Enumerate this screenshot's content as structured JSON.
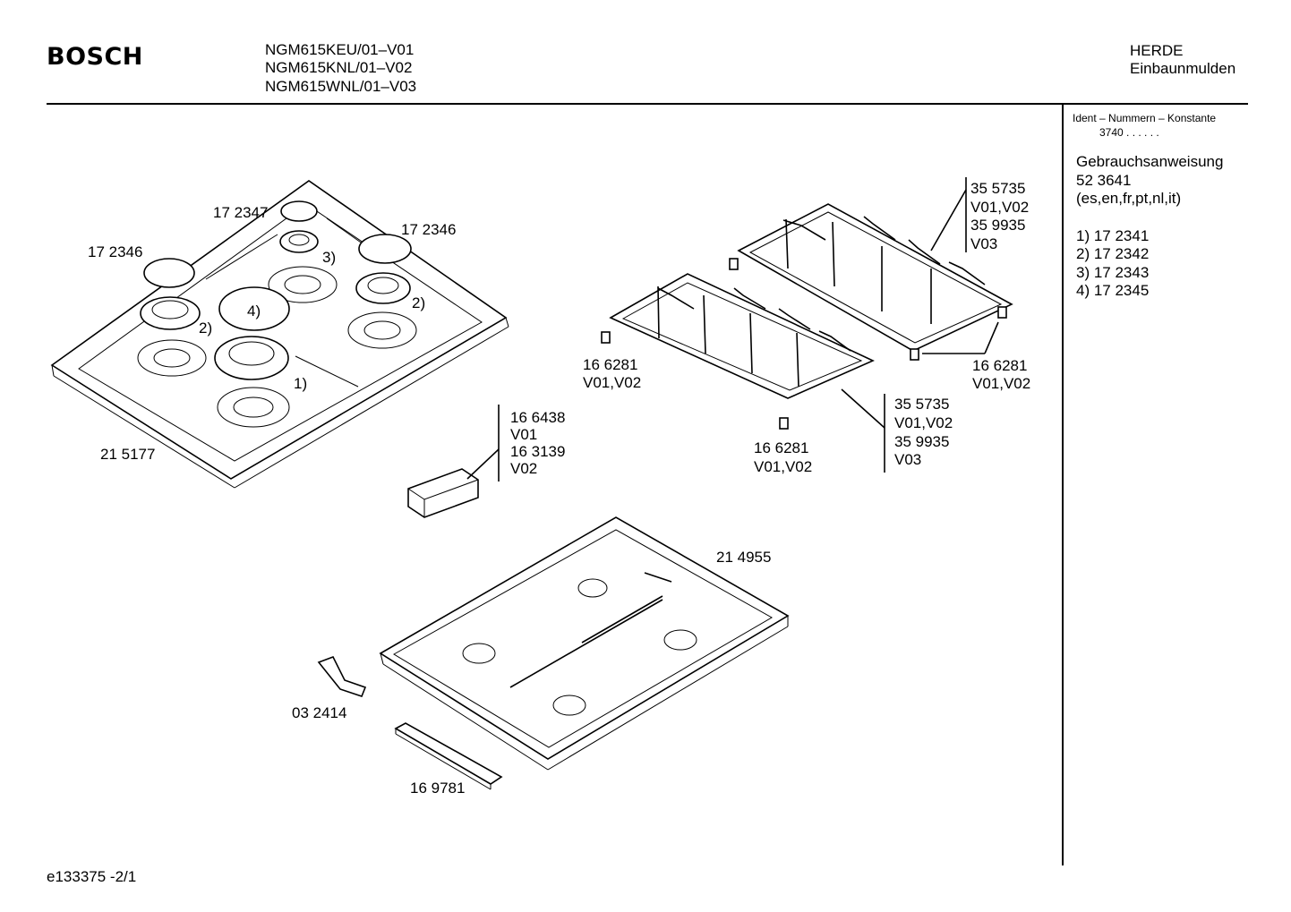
{
  "header": {
    "brand": "BOSCH",
    "models": [
      "NGM615KEU/01–V01",
      "NGM615KNL/01–V02",
      "NGM615WNL/01–V03"
    ],
    "category": "HERDE",
    "subcategory": "Einbaunmulden"
  },
  "sidebar": {
    "ident_title": "Ident – Nummern – Konstante",
    "ident_value": "3740  .  .   .  .  .  .",
    "manual_title": "Gebrauchsanweisung",
    "manual_number": "52 3641",
    "manual_langs": "(es,en,fr,pt,nl,it)",
    "notes": [
      "1)  17 2341",
      "2)  17 2342",
      "3)  17 2343",
      "4)  17 2345"
    ]
  },
  "labels": {
    "cap_top": "17 2347",
    "cap_left": "17 2346",
    "cap_right": "17 2346",
    "burner_1": "1)",
    "burner_2a": "2)",
    "burner_2b": "2)",
    "burner_3": "3)",
    "burner_4": "4)",
    "hob_top": "21 5177",
    "grate_right": [
      "35 5735",
      "V01,V02",
      "35 9935",
      "V03"
    ],
    "grate_left": [
      "35 5735",
      "V01,V02",
      "35 9935",
      "V03"
    ],
    "foot_left": [
      "16 6281",
      "V01,V02"
    ],
    "foot_bottom": [
      "16 6281",
      "V01,V02"
    ],
    "foot_right": [
      "16 6281",
      "V01,V02"
    ],
    "box": [
      "16 6438",
      "V01",
      "16 3139",
      "V02"
    ],
    "base": "21 4955",
    "bracket": "03 2414",
    "strip": "16 9781"
  },
  "footer": "e133375   -2/1"
}
